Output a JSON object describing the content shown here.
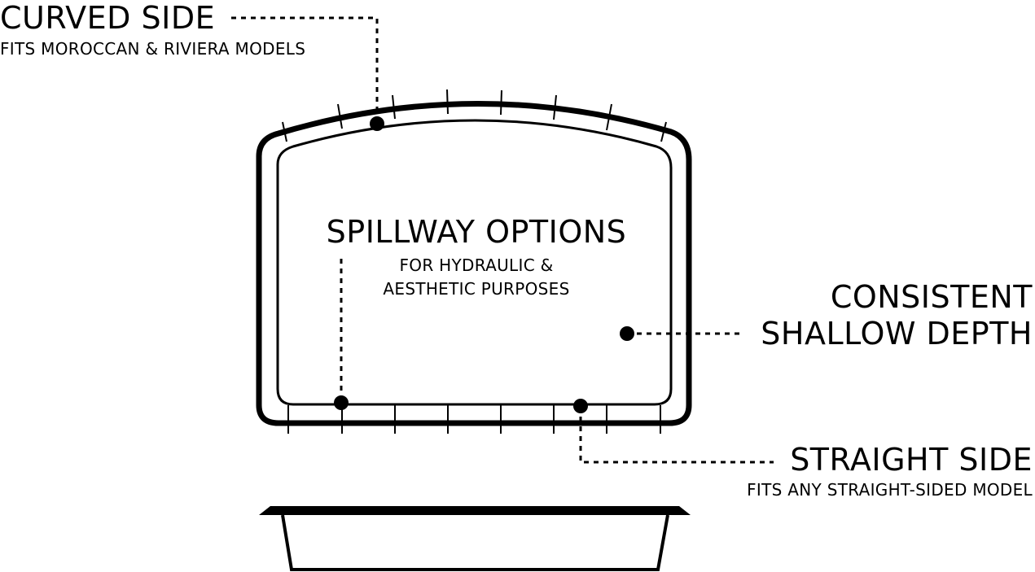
{
  "labels": {
    "curved": {
      "title": "CURVED SIDE",
      "subtitle": "FITS MOROCCAN & RIVIERA MODELS"
    },
    "spillway": {
      "title": "SPILLWAY OPTIONS",
      "line1": "FOR HYDRAULIC &",
      "line2": "AESTHETIC PURPOSES"
    },
    "depth": {
      "line1": "CONSISTENT",
      "line2": "SHALLOW DEPTH"
    },
    "straight": {
      "title": "STRAIGHT SIDE",
      "subtitle": "FITS ANY STRAIGHT-SIDED MODEL"
    }
  },
  "colors": {
    "ink": "#000000",
    "background": "#ffffff"
  }
}
